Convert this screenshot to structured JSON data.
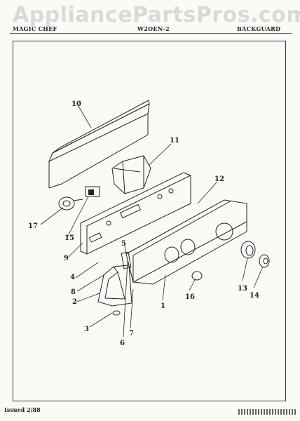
{
  "watermark": "AppliancePartsPros.com",
  "header": {
    "brand": "MAGIC CHEF",
    "model": "W2OEN-2",
    "section": "BACKGUARD"
  },
  "callouts": [
    "10",
    "11",
    "12",
    "17",
    "15",
    "9",
    "5",
    "4",
    "8",
    "2",
    "1",
    "16",
    "13",
    "14",
    "3",
    "7",
    "6"
  ],
  "footer": {
    "issued": "Issued 2/88"
  }
}
